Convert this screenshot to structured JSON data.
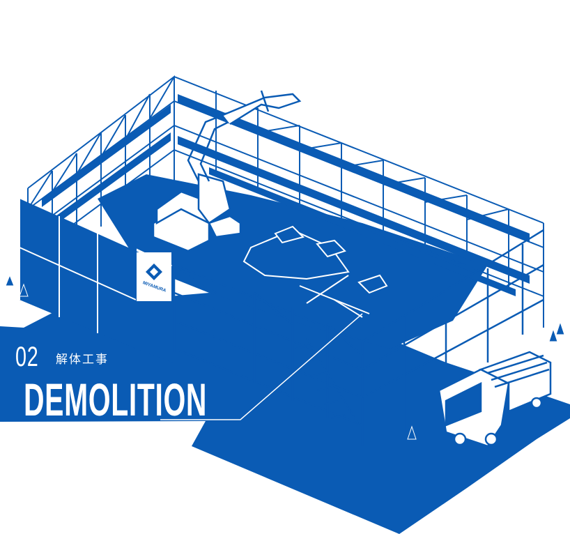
{
  "section": {
    "number": "02",
    "title_jp": "解体工事",
    "title_en": "DEMOLITION"
  },
  "logo": {
    "text": "MIYAMURA",
    "icon": "miyamura-diamond-logo-icon"
  },
  "colors": {
    "blue": "#0a5bb4",
    "white": "#ffffff"
  }
}
